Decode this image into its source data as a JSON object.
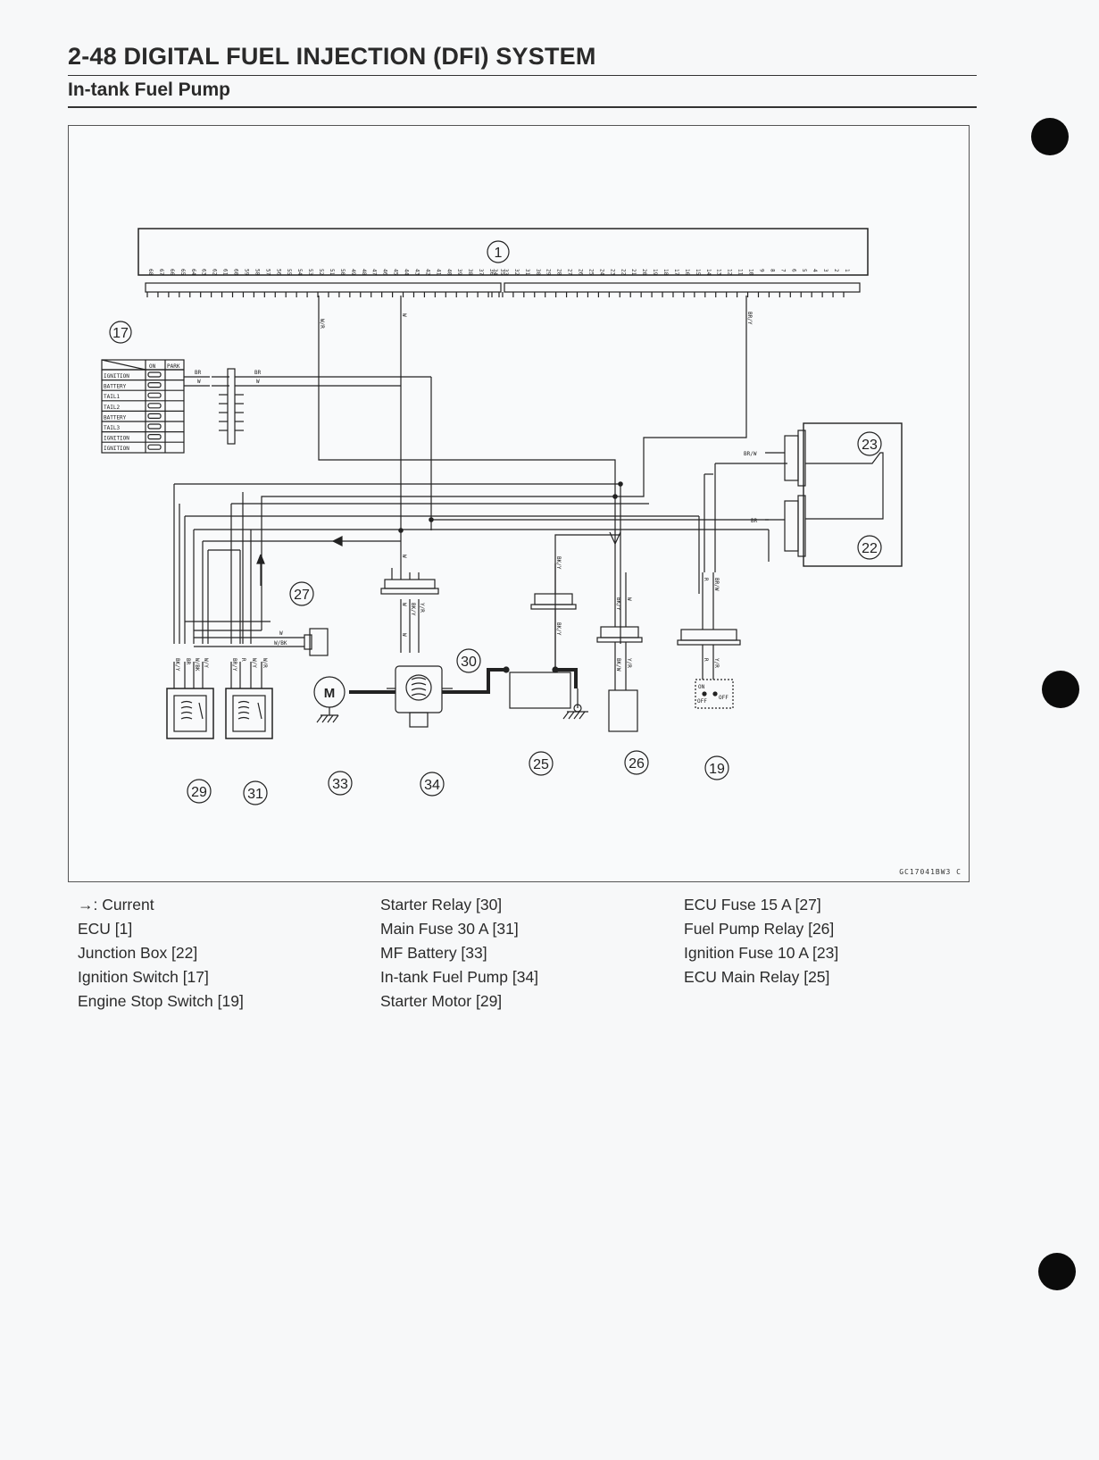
{
  "header": {
    "title": "2-48 DIGITAL FUEL INJECTION (DFI) SYSTEM",
    "subtitle": "In-tank Fuel Pump"
  },
  "diagram": {
    "figure_code": "GC17041BW3 C",
    "callouts": [
      "1",
      "17",
      "23",
      "22",
      "27",
      "30",
      "25",
      "26",
      "29",
      "31",
      "33",
      "34",
      "19"
    ],
    "ignition_table": {
      "headers": [
        "ON",
        "PARK"
      ],
      "rows": [
        "IGNITION",
        "BATTERY",
        "TAIL1",
        "TAIL2",
        "BATTERY",
        "TAIL3",
        "IGNITION",
        "IGNITION"
      ]
    },
    "wire_labels": {
      "br_a": "BR",
      "w_a": "W",
      "br_b": "BR",
      "w_b": "W",
      "wr_top": "W/R",
      "w_top": "W",
      "bry_top": "BR/Y",
      "brw_fuse": "BR/W",
      "br_junction": "BR",
      "w_27": "W",
      "wbk_27": "W/BK",
      "w_30a": "W",
      "w_30b": "W",
      "bky_30": "BK/Y",
      "yr_30": "Y/R",
      "bky_33a": "BK/Y",
      "bky_33b": "BK/Y",
      "bky_34a": "BK/Y",
      "w_34a": "W",
      "bkw_34b": "BK/W",
      "yr_34b": "Y/R",
      "r_19a": "R",
      "brw_19a": "BR/W",
      "r_19b": "R",
      "yr_19b": "Y/R",
      "r25_1": "BK/Y",
      "r25_2": "BR",
      "r25_3": "W/BK",
      "r25_4": "W/Y",
      "r26_1": "BR/Y",
      "r26_2": "R",
      "r26_3": "W/Y",
      "r26_4": "W/R",
      "motor": "M",
      "sw_on": "ON",
      "sw_off1": "OFF",
      "sw_off2": "OFF"
    },
    "pins_left": [
      "68",
      "67",
      "66",
      "65",
      "64",
      "63",
      "62",
      "61",
      "60",
      "59",
      "58",
      "57",
      "56",
      "55",
      "54",
      "53",
      "52",
      "51",
      "50",
      "49",
      "48",
      "47",
      "46",
      "45",
      "44",
      "43",
      "42",
      "41",
      "40",
      "39",
      "38",
      "37",
      "36",
      "35"
    ],
    "pins_right": [
      "34",
      "33",
      "32",
      "31",
      "30",
      "29",
      "28",
      "27",
      "26",
      "25",
      "24",
      "23",
      "22",
      "21",
      "20",
      "19",
      "18",
      "17",
      "16",
      "15",
      "14",
      "13",
      "12",
      "11",
      "10",
      "9",
      "8",
      "7",
      "6",
      "5",
      "4",
      "3",
      "2",
      "1"
    ]
  },
  "legend": {
    "col1": [
      "→: Current",
      "ECU [1]",
      "Junction Box [22]",
      "Ignition Switch [17]",
      "Engine Stop Switch [19]"
    ],
    "col2": [
      "Starter Relay [30]",
      "Main Fuse 30 A [31]",
      "MF Battery [33]",
      "In-tank Fuel Pump [34]",
      "Starter Motor [29]"
    ],
    "col3": [
      "ECU Fuse 15 A [27]",
      "Fuel Pump Relay [26]",
      "Ignition Fuse 10 A [23]",
      "ECU Main Relay [25]"
    ]
  }
}
